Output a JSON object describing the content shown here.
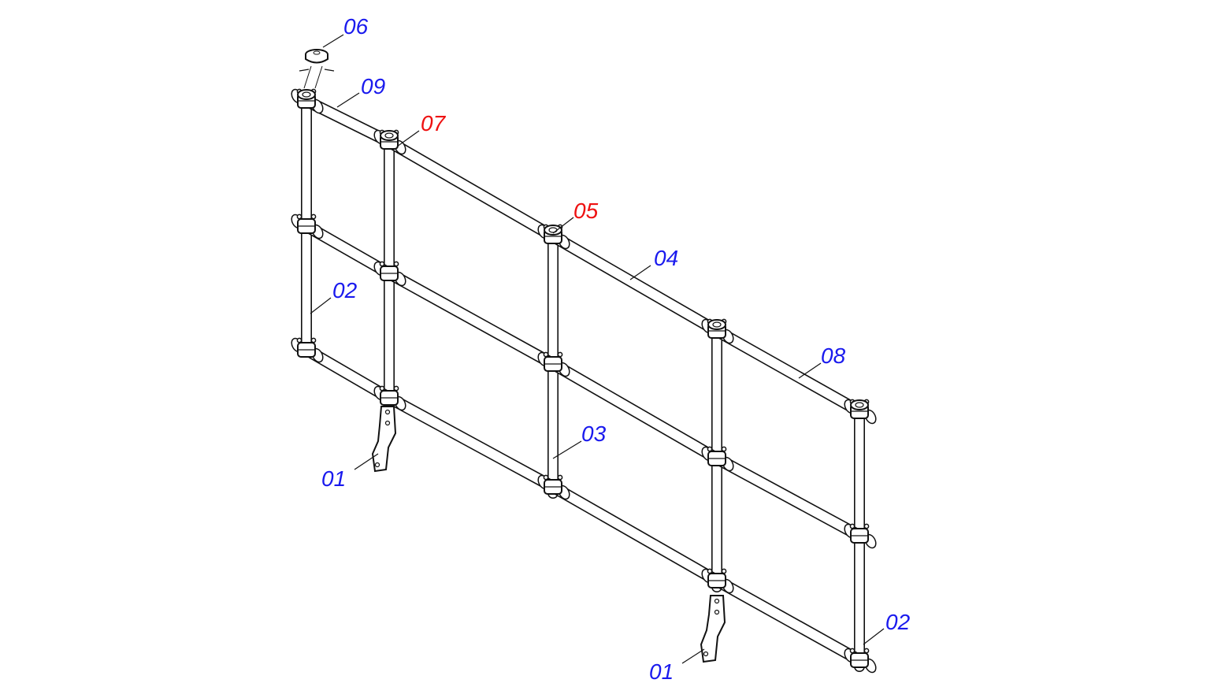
{
  "colors": {
    "label_blue": "#1a1aee",
    "label_red": "#ee1111",
    "line": "#111111",
    "background": "#ffffff"
  },
  "labels": [
    {
      "text": "06",
      "color": "blue"
    },
    {
      "text": "09",
      "color": "blue"
    },
    {
      "text": "07",
      "color": "red"
    },
    {
      "text": "05",
      "color": "red"
    },
    {
      "text": "04",
      "color": "blue"
    },
    {
      "text": "02",
      "color": "blue"
    },
    {
      "text": "08",
      "color": "blue"
    },
    {
      "text": "03",
      "color": "blue"
    },
    {
      "text": "01",
      "color": "blue"
    },
    {
      "text": "02",
      "color": "blue"
    },
    {
      "text": "01",
      "color": "blue"
    }
  ]
}
